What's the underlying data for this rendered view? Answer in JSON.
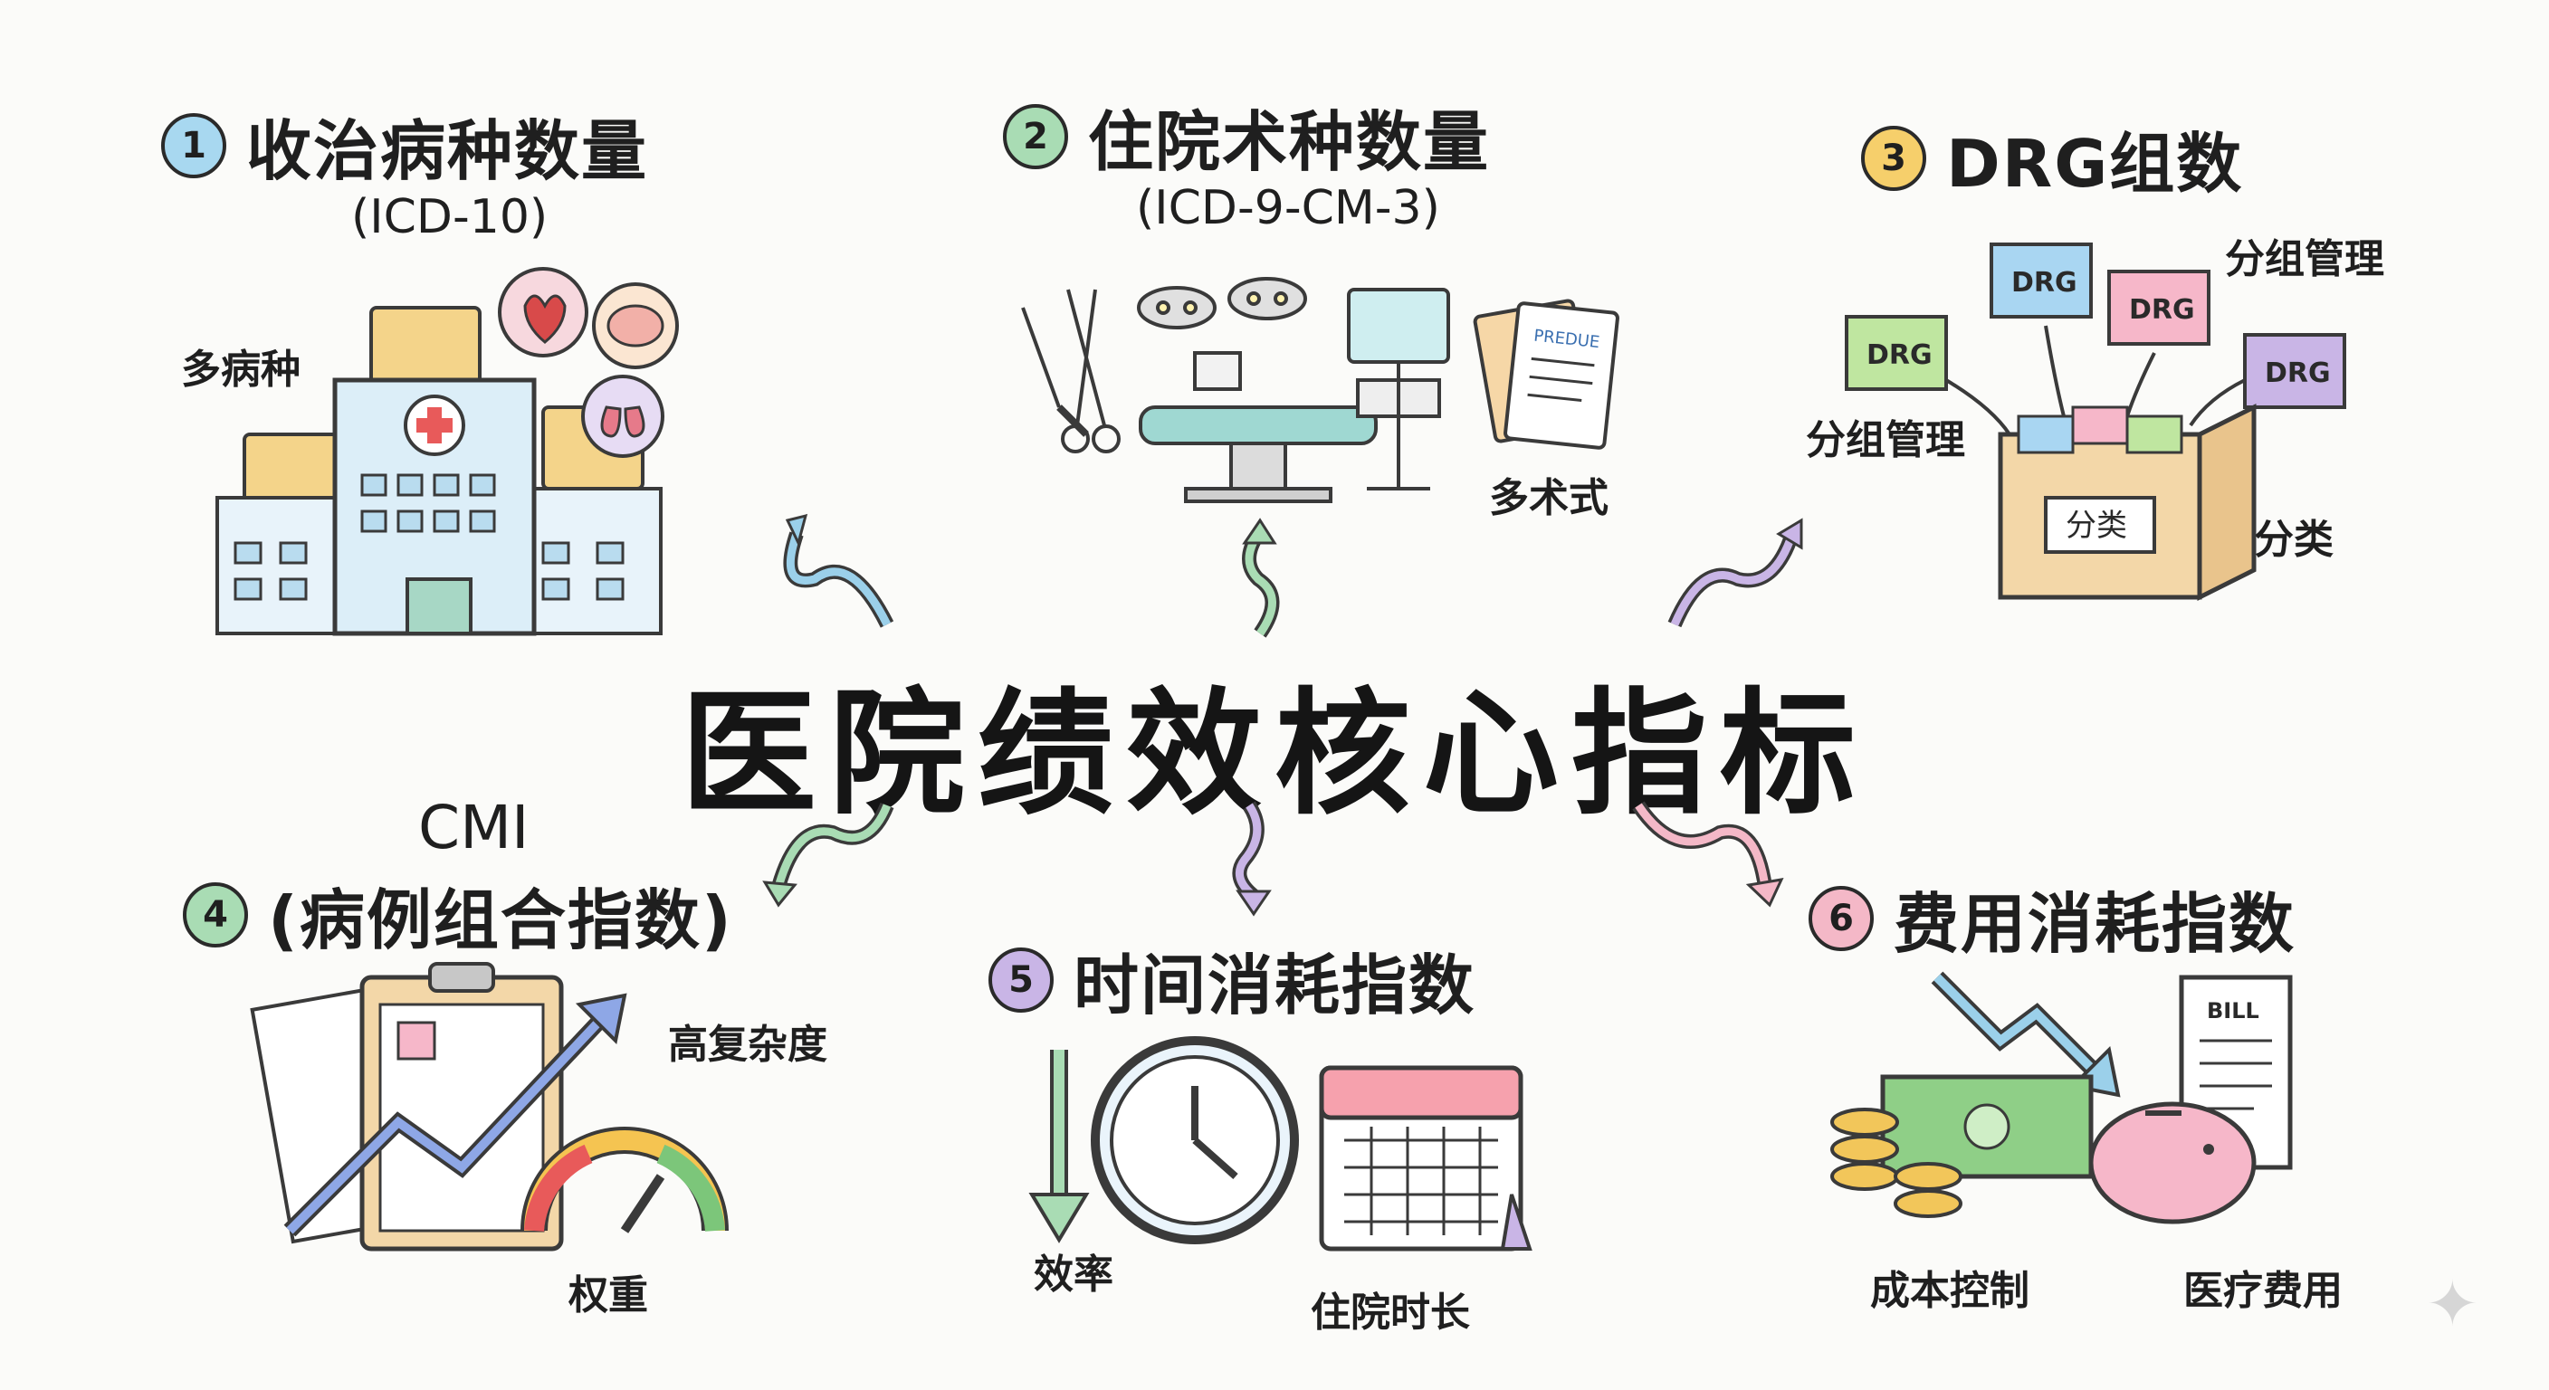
{
  "center_title": "医院绩效核心指标",
  "nodes": [
    {
      "num": "1",
      "title": "收治病种数量",
      "subtitle": "(ICD-10)",
      "labels": [
        "多病种"
      ],
      "color": "#a8d8f0"
    },
    {
      "num": "2",
      "title": "住院术种数量",
      "subtitle": "(ICD-9-CM-3)",
      "labels": [
        "多术式"
      ],
      "paper_text": "PREDUE",
      "color": "#a9dcb4"
    },
    {
      "num": "3",
      "title": "DRG组数",
      "labels": [
        "分组管理",
        "分组管理",
        "分类"
      ],
      "cube_text": "DRG",
      "box_text": "分类",
      "color": "#f6cf6b"
    },
    {
      "num": "4",
      "title_line1": "CMI",
      "title": "(病例组合指数)",
      "labels": [
        "高复杂度",
        "权重"
      ],
      "color": "#a9dcb4"
    },
    {
      "num": "5",
      "title": "时间消耗指数",
      "labels": [
        "效率",
        "住院时长"
      ],
      "color": "#c9b5e6"
    },
    {
      "num": "6",
      "title": "费用消耗指数",
      "labels": [
        "成本控制",
        "医疗费用"
      ],
      "bill_text": "BILL",
      "color": "#f4b8c7"
    }
  ]
}
